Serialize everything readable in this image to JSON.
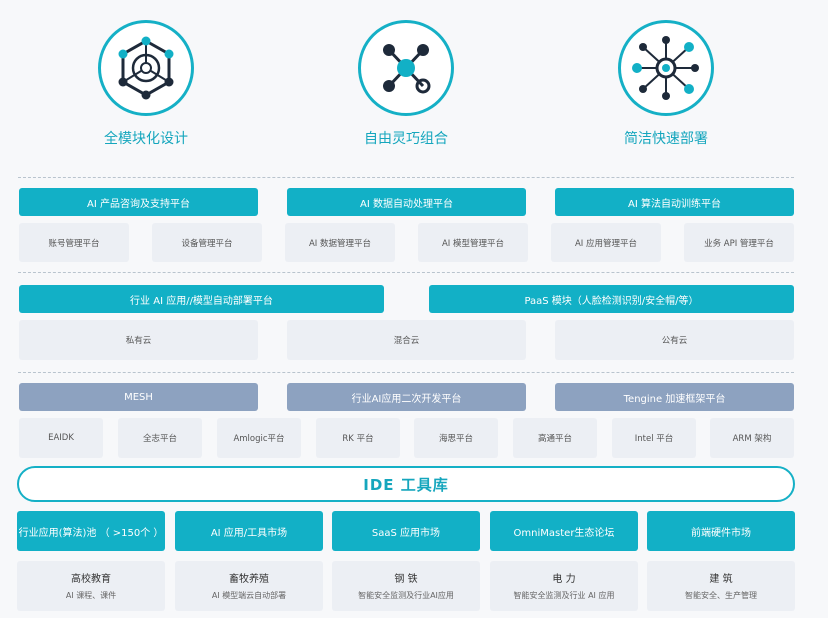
{
  "features": [
    {
      "label": "全模块化设计",
      "icon": "hexagon-module-icon"
    },
    {
      "label": "自由灵巧组合",
      "icon": "node-network-icon"
    },
    {
      "label": "简洁快速部署",
      "icon": "radial-network-icon"
    }
  ],
  "row1": {
    "headers": [
      "AI 产品咨询及支持平台",
      "AI 数据自动处理平台",
      "AI 算法自动训练平台"
    ],
    "cells": [
      "账号管理平台",
      "设备管理平台",
      "AI 数据管理平台",
      "AI 模型管理平台",
      "AI 应用管理平台",
      "业务 API 管理平台"
    ]
  },
  "row2": {
    "headers": [
      "行业 AI 应用//模型自动部署平台",
      "PaaS 模块（人脸检测识别/安全帽/等）"
    ],
    "cells": [
      "私有云",
      "混合云",
      "公有云"
    ]
  },
  "row3": {
    "headers": [
      "MESH",
      "行业AI应用二次开发平台",
      "Tengine 加速框架平台"
    ],
    "cells": [
      "EAIDK",
      "全志平台",
      "Amlogic平台",
      "RK 平台",
      "海思平台",
      "高通平台",
      "Intel 平台",
      "ARM 架构"
    ]
  },
  "ide": {
    "label": "IDE 工具库"
  },
  "bottom": {
    "headers": [
      "行业应用(算法)池 （ >150个 ）",
      "AI 应用/工具市场",
      "SaaS 应用市场",
      "OmniMaster生态论坛",
      "前端硬件市场"
    ],
    "cells": [
      {
        "title": "高校教育",
        "sub": "AI 课程、课件"
      },
      {
        "title": "畜牧养殖",
        "sub": "AI 模型端云自动部署"
      },
      {
        "title": "钢 铁",
        "sub": "智能安全监测及行业AI应用"
      },
      {
        "title": "电 力",
        "sub": "智能安全监测及行业 AI 应用"
      },
      {
        "title": "建 筑",
        "sub": "智能安全、生产管理"
      }
    ]
  },
  "colors": {
    "teal": "#12b0c6",
    "gray": "#8da2c0",
    "cell": "#eceff4"
  }
}
